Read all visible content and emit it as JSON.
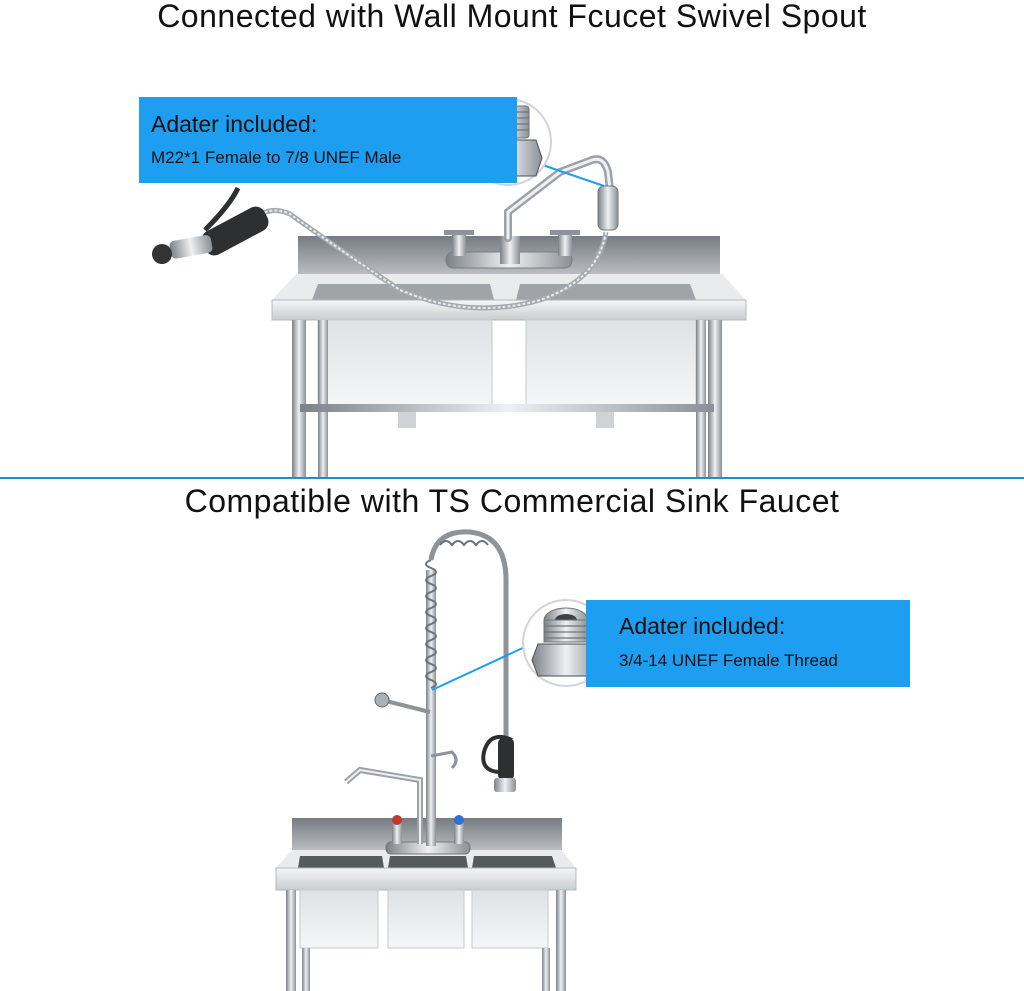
{
  "top_section": {
    "title": "Connected with Wall Mount Fcucet Swivel Spout",
    "callout": {
      "heading": "Adater included:",
      "detail": "M22*1 Female to 7/8 UNEF Male"
    }
  },
  "bottom_section": {
    "title": "Compatible with TS Commercial Sink Faucet",
    "callout": {
      "heading": "Adater included:",
      "detail": "3/4-14 UNEF Female Thread"
    }
  },
  "colors": {
    "callout_blue": "#1e9ef0",
    "divider_blue": "#1a8fd1",
    "steel_light": "#e4e6e8",
    "steel_dark": "#9aa0a6"
  },
  "icons": [
    "adapter-fitting-icon",
    "sink-illustration",
    "pre-rinse-faucet-illustration"
  ]
}
